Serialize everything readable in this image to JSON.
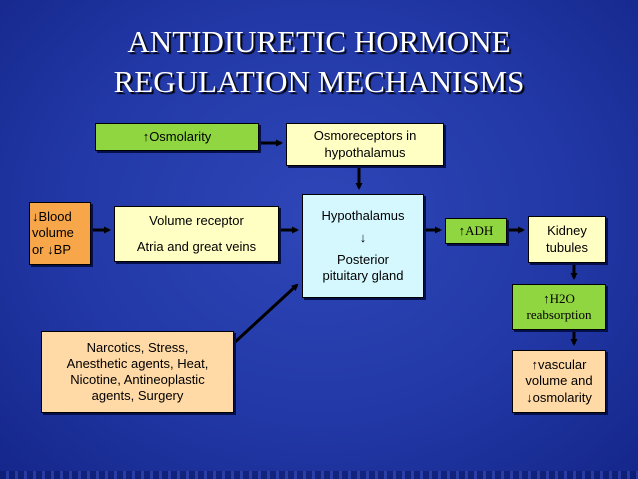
{
  "title": {
    "line1": "ANTIDIURETIC HORMONE",
    "line2": "REGULATION MECHANISMS"
  },
  "boxes": {
    "osmolarity": "↑Osmolarity",
    "osmoreceptors": [
      "Osmoreceptors in",
      "hypothalamus"
    ],
    "blood_volume": [
      "↓Blood",
      "volume",
      "or ↓BP"
    ],
    "volume_receptor": [
      "Volume receptor",
      "Atria and great veins"
    ],
    "hypothalamus": [
      "Hypothalamus",
      "↓",
      "Posterior",
      "pituitary gland"
    ],
    "adh": "↑ADH",
    "kidney": [
      "Kidney",
      "tubules"
    ],
    "h2o": [
      "↑H2O",
      "reabsorption"
    ],
    "vascular": [
      "↑vascular",
      "volume and",
      "↓osmolarity"
    ],
    "narcotics": [
      "Narcotics, Stress,",
      "Anesthetic agents, Heat,",
      "Nicotine, Antineoplastic",
      "agents, Surgery"
    ]
  },
  "colors": {
    "background": "#2238a6",
    "green": "#8fd640",
    "yellow": "#ffffc4",
    "orange": "#f7a64a",
    "peach": "#ffd9a6",
    "cyan": "#d5f8ff",
    "arrow": "#000000"
  }
}
